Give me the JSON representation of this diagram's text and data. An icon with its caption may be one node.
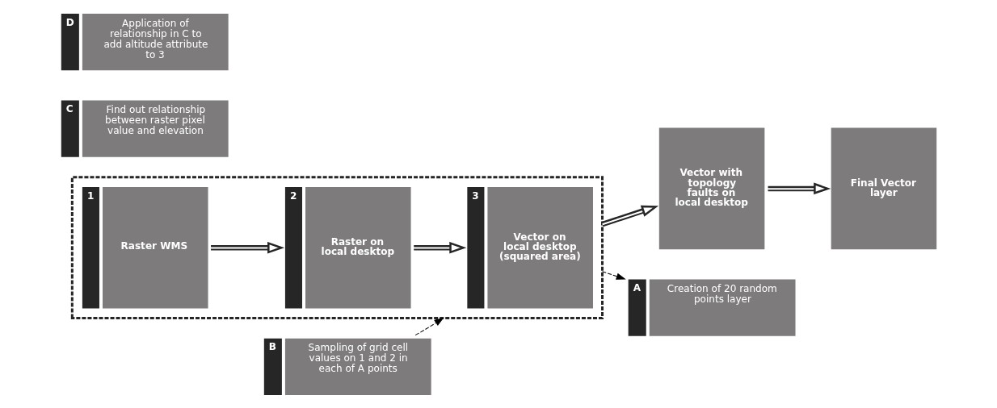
{
  "diagram": {
    "nodes": [
      {
        "text": [],
        "shape": "box"
      },
      {
        "text": [
          "1",
          "Raster WMS"
        ],
        "in": 0
      },
      {
        "text": [
          "2",
          "Raster on local desktop"
        ],
        "in": 0
      },
      {
        "text": [
          "3",
          "Vector on local desktop (squared area)"
        ],
        "in": 0
      },
      {
        "text": [
          "Vector with topology faults on local desktop"
        ]
      },
      {
        "text": [
          "Final Vector layer"
        ]
      },
      {
        "text": [
          "A",
          "Creation of 20 random points layer"
        ]
      },
      {
        "text": [
          "B",
          "Sampling of grid cell values on 1 and 2 in each of A points"
        ]
      },
      {
        "text": [
          "C",
          "Find out relationship between raster pixel value and elevation"
        ]
      },
      {
        "text": [
          "D",
          "Application of relationship in C to add altitude attribute to 3"
        ]
      }
    ],
    "edges": [
      {
        "from": 1,
        "to": 2,
        "arrow": "to"
      },
      {
        "from": 2,
        "to": 3,
        "arrow": "to"
      },
      {
        "from": 0,
        "to": 4,
        "arrow": "to"
      },
      {
        "from": 4,
        "to": 5,
        "arrow": "to"
      },
      {
        "from": 0,
        "to": 6,
        "arrow": "to",
        "style": "dashed"
      },
      {
        "from": 7,
        "to": 0,
        "arrow": "to",
        "style": "dashed"
      }
    ]
  }
}
